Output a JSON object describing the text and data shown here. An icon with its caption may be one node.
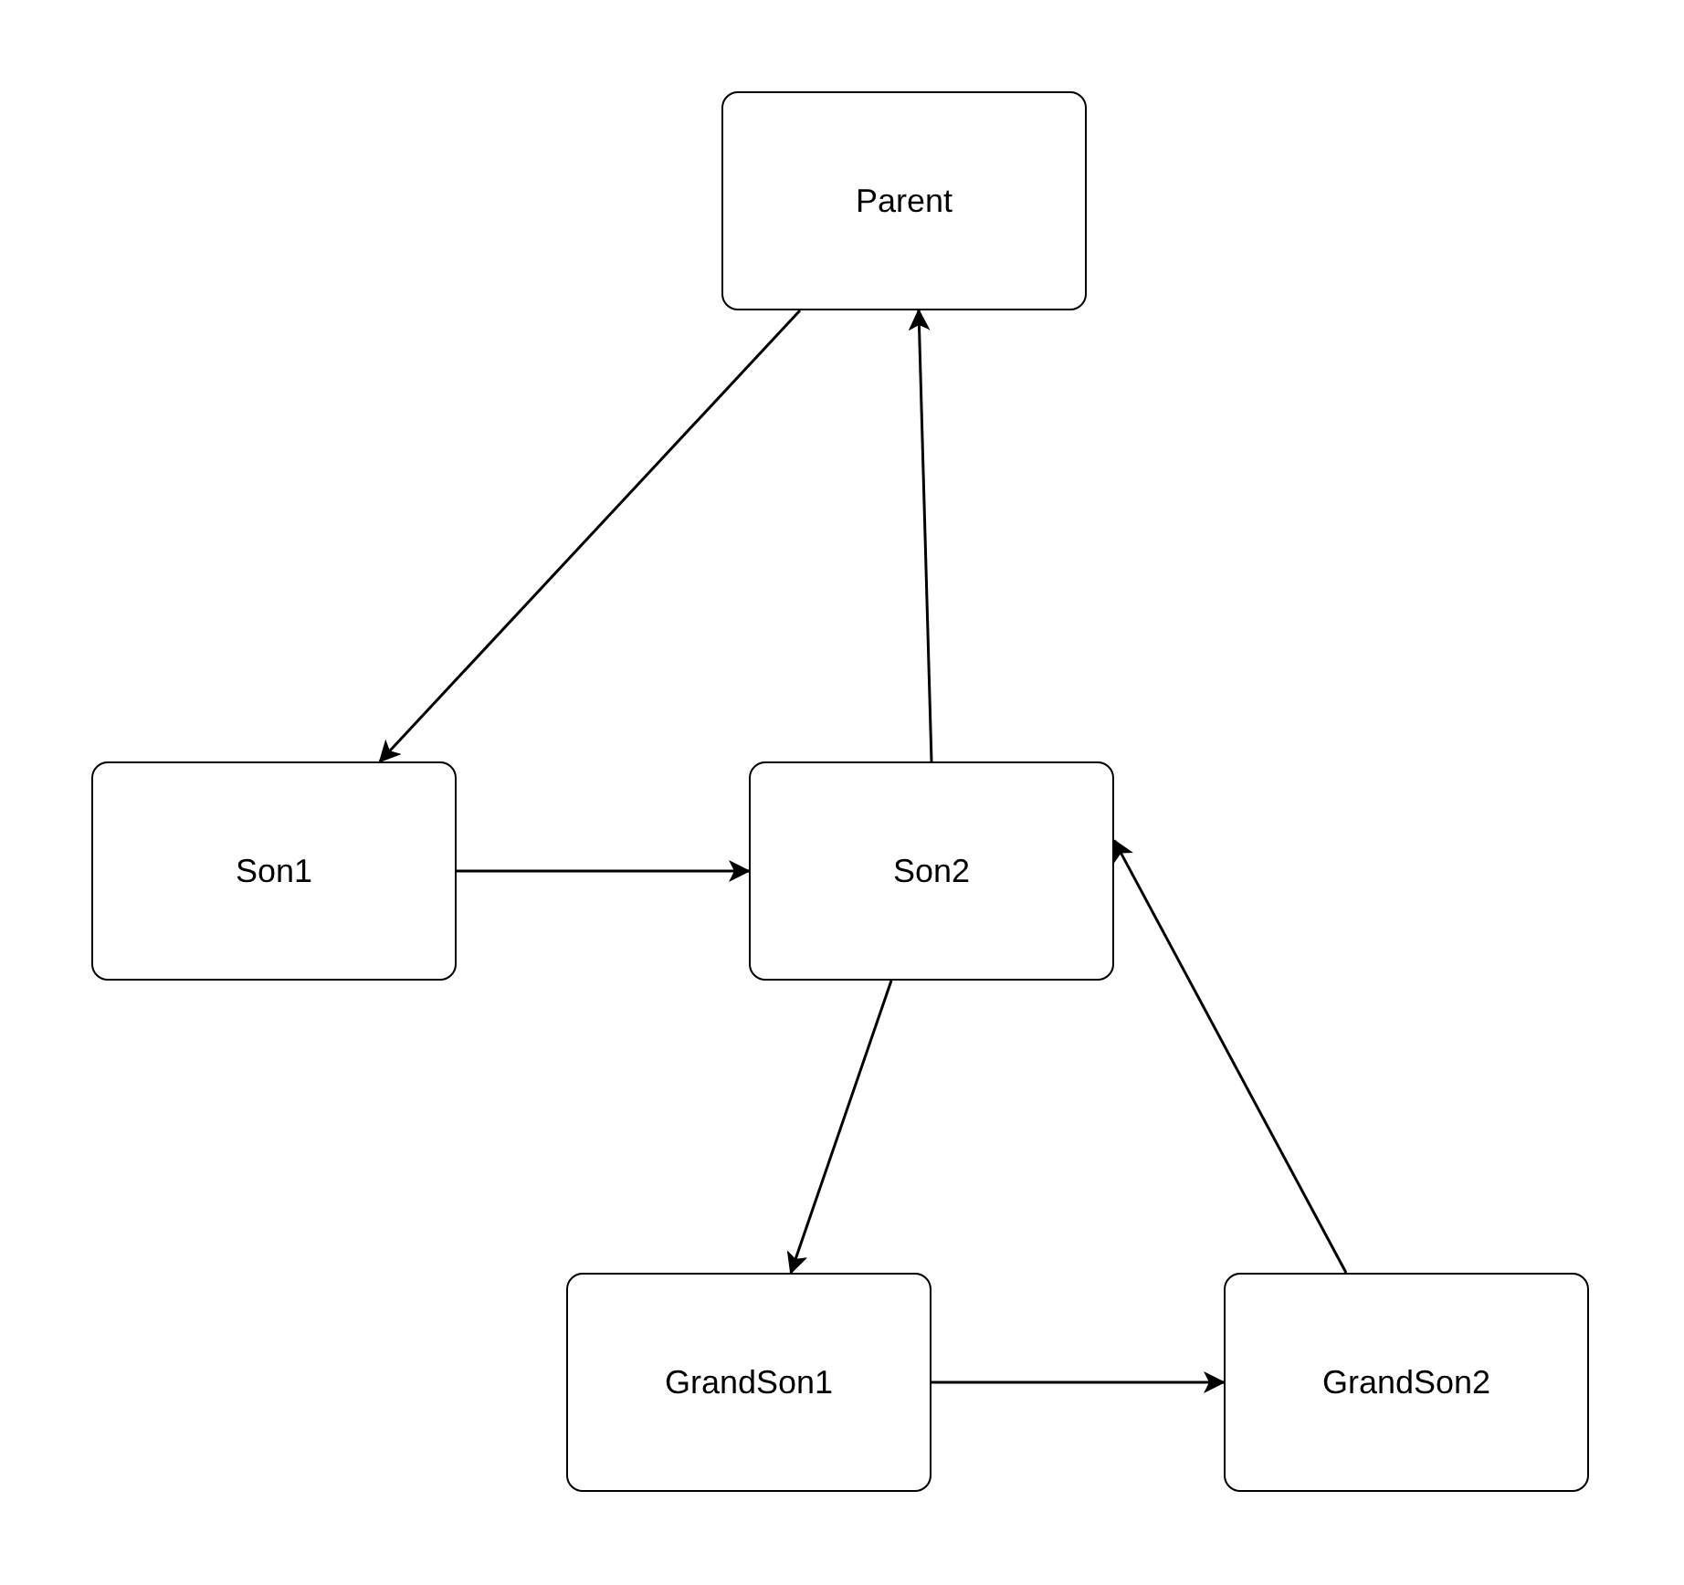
{
  "diagram": {
    "nodes": [
      {
        "text": [
          "Parent"
        ]
      },
      {
        "text": [
          "Son1"
        ]
      },
      {
        "text": [
          "Son2"
        ]
      },
      {
        "text": [
          "GrandSon1"
        ]
      },
      {
        "text": [
          "GrandSon2"
        ]
      }
    ],
    "edges": [
      {
        "from": 0,
        "to": 1,
        "arrow": "to"
      },
      {
        "from": 1,
        "to": 2,
        "arrow": "to"
      },
      {
        "from": 2,
        "to": 0,
        "arrow": "to"
      },
      {
        "from": 2,
        "to": 3,
        "arrow": "to"
      },
      {
        "from": 3,
        "to": 4,
        "arrow": "to"
      },
      {
        "from": 4,
        "to": 2,
        "arrow": "to"
      }
    ]
  }
}
